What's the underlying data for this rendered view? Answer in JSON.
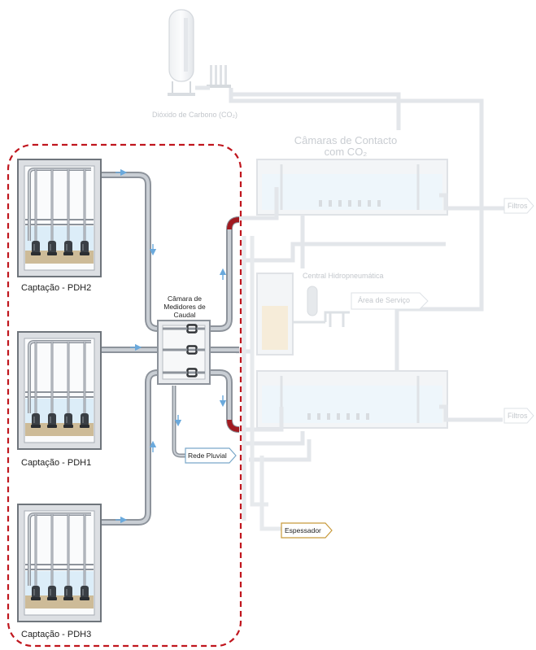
{
  "labels": {
    "co2_tank": "Dióxido de Carbono (CO₂)",
    "contact_chambers": "Câmaras de Contacto com CO₂",
    "hydropneumatic": "Central Hidropneumática",
    "service_area": "Área de Serviço",
    "flow_meter_chamber": "Câmara de Medidores de Caudal",
    "rain_network": "Rede Pluvial",
    "thickener": "Espessador",
    "filters_top": "Filtros",
    "filters_bottom": "Filtros",
    "intake_pdh2": "Captação - PDH2",
    "intake_pdh1": "Captação - PDH1",
    "intake_pdh3": "Captação - PDH3"
  },
  "colors": {
    "pipe": "#8d939b",
    "pipe_faded": "#dde1e6",
    "dashed_boundary": "#c0161e",
    "water": "#d6eaf6",
    "sediment": "#cdbb98",
    "flow_arrow": "#6aa9dc",
    "thickener_border": "#c89a3c",
    "rain_border": "#7aa8c9"
  }
}
